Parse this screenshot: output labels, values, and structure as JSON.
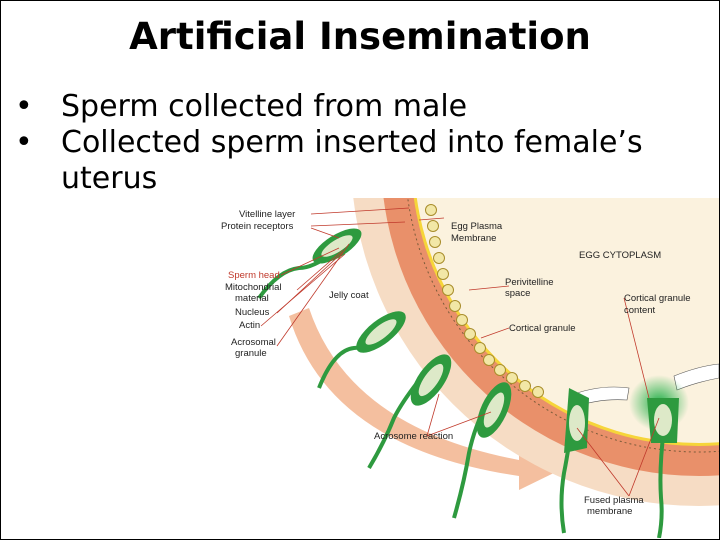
{
  "title": "Artificial Insemination",
  "bullets": [
    "Sperm collected from male",
    "Collected sperm inserted into female’s uterus"
  ],
  "bullet_glyph": "•",
  "diagram": {
    "labels": {
      "vitelline_layer": "Vitelline layer",
      "protein_receptors": "Protein receptors",
      "sperm_head": "Sperm head",
      "mito_1": "Mitochondrial",
      "mito_2": "material",
      "nucleus": "Nucleus",
      "actin": "Actin",
      "acro_1": "Acrosomal",
      "acro_2": "granule",
      "jelly_coat": "Jelly coat",
      "egg_pm_1": "Egg Plasma",
      "egg_pm_2": "Membrane",
      "egg_cytoplasm": "EGG CYTOPLASM",
      "perivitelline_1": "Perivitelline",
      "perivitelline_2": "space",
      "cortical_granule": "Cortical granule",
      "cgc_1": "Cortical granule",
      "cgc_2": "content",
      "acrosome_reaction": "Acrosome reaction",
      "fused_1": "Fused plasma",
      "fused_2": "membrane"
    },
    "colors": {
      "jelly": "#f6dcc4",
      "vitelline": "#e9906a",
      "cytoplasm": "#fbf2de",
      "granule": "#f2e7a6",
      "sperm": "#2e9a3f",
      "sperm_light": "#dde9c8",
      "arrow": "#e8754a",
      "leader": "#c0392b"
    }
  }
}
